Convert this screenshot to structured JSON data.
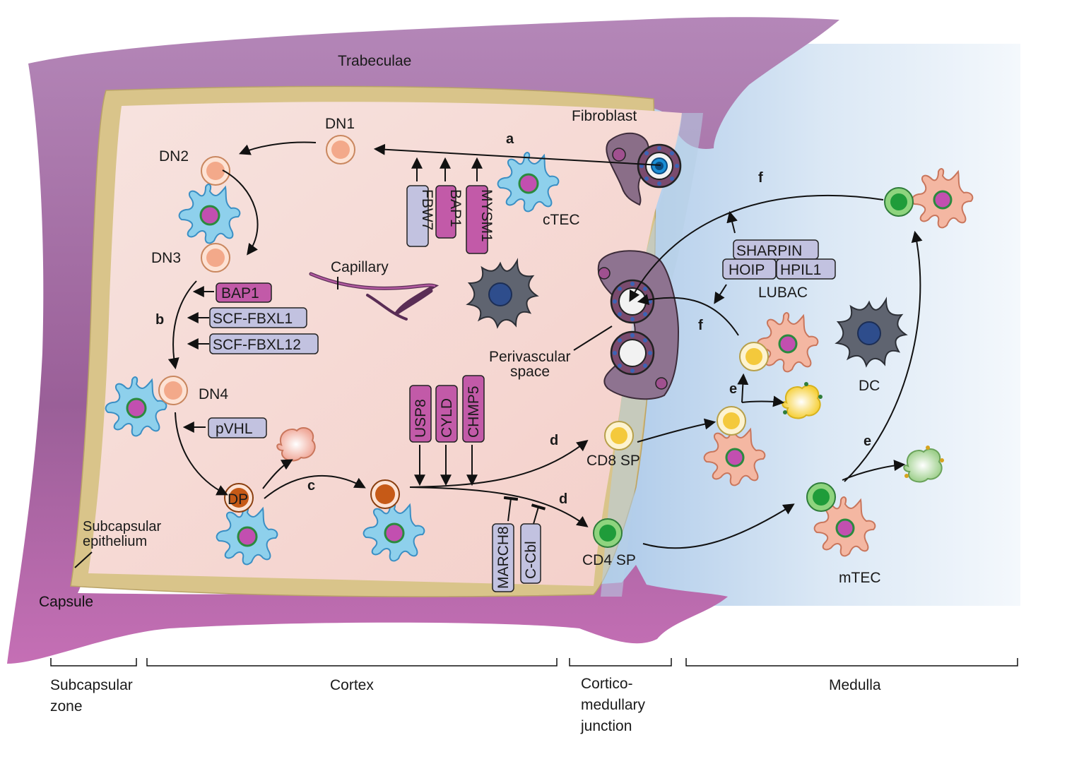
{
  "regions": {
    "trabeculae": "Trabeculae",
    "capsule": "Capsule",
    "subcapsular_epithelium": [
      "Subcapsular",
      "epithelium"
    ],
    "capillary": "Capillary",
    "perivascular_space": [
      "Perivascular",
      "space"
    ]
  },
  "cells": {
    "dn1": "DN1",
    "dn2": "DN2",
    "dn3": "DN3",
    "dn4": "DN4",
    "dp": "DP",
    "fibroblast": "Fibroblast",
    "ctec": "cTEC",
    "cd8sp": "CD8 SP",
    "cd4sp": "CD4 SP",
    "dc": "DC",
    "mtec": "mTEC"
  },
  "steps": {
    "a": "a",
    "b": "b",
    "c": "c",
    "d1": "d",
    "d2": "d",
    "e1": "e",
    "e2": "e",
    "f1": "f",
    "f2": "f"
  },
  "proteins": {
    "fbw7": "FBW7",
    "bap1_top": "BAP1",
    "mysm1": "MYSM1",
    "bap1_b": "BAP1",
    "scf_fbxl1": "SCF-FBXL1",
    "scf_fbxl12": "SCF-FBXL12",
    "pvhl": "pVHL",
    "usp8": "USP8",
    "cyld": "CYLD",
    "chmp5": "CHMP5",
    "march8": "MARCH8",
    "ccbl": "C-Cbl",
    "sharpin": "SHARPIN",
    "hoip": "HOIP",
    "hpil1": "HPIL1",
    "lubac": "LUBAC"
  },
  "zones": {
    "subcapsular": [
      "Subcapsular",
      "zone"
    ],
    "cortex": "Cortex",
    "cmj": [
      "Cortico-",
      "medullary",
      "junction"
    ],
    "medulla": "Medulla"
  },
  "colors": {
    "purple_box": "#c25aa8",
    "lavender_box": "#c2c2e0",
    "capsule": "#a0609a",
    "cortex": "#f6d7d2",
    "medulla": "#c8dcf0",
    "subcapsular": "#d9c48a"
  }
}
